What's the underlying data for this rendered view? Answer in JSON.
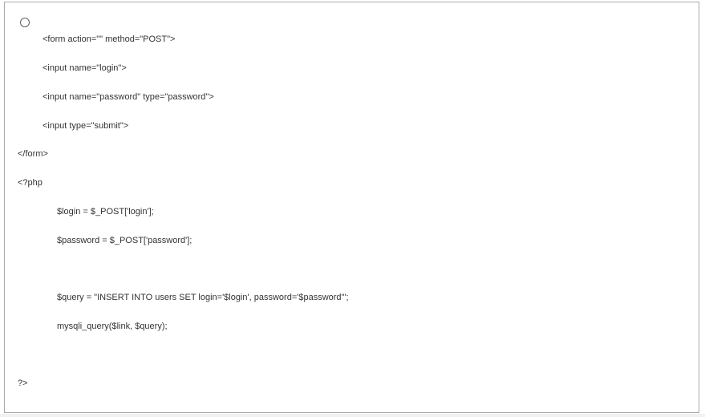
{
  "answer_option": {
    "selected": false,
    "lines": [
      "<form action=\"\" method=\"POST\">",
      "<input name=\"login\">",
      "<input name=\"password\" type=\"password\">",
      "<input type=\"submit\">",
      "</form>",
      "<?php",
      "$login = $_POST['login'];",
      "$password = $_POST['password'];",
      "$query = \"INSERT INTO users SET login='$login', password='$password'\";",
      "mysqli_query($link, $query);",
      "?>"
    ]
  }
}
